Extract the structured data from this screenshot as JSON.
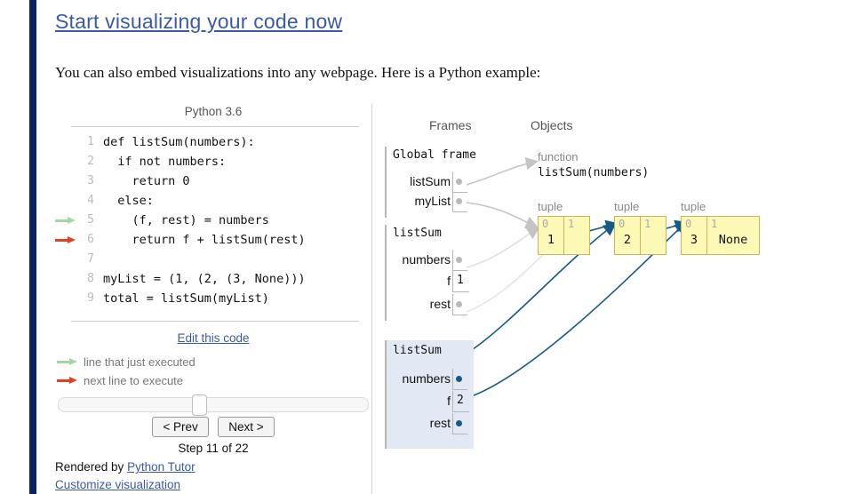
{
  "page": {
    "title": "Start visualizing your code now",
    "intro": "You can also embed visualizations into any webpage. Here is a Python example:",
    "accent_navy": "#0b2265",
    "link_color": "#3b5aa6"
  },
  "code_panel": {
    "language_label": "Python 3.6",
    "lines": [
      {
        "num": "1",
        "text": "def listSum(numbers):",
        "marker": ""
      },
      {
        "num": "2",
        "text": "  if not numbers:",
        "marker": ""
      },
      {
        "num": "3",
        "text": "    return 0",
        "marker": ""
      },
      {
        "num": "4",
        "text": "  else:",
        "marker": ""
      },
      {
        "num": "5",
        "text": "    (f, rest) = numbers",
        "marker": "green-arrow-icon"
      },
      {
        "num": "6",
        "text": "    return f + listSum(rest)",
        "marker": "red-arrow-icon"
      },
      {
        "num": "7",
        "text": "",
        "marker": ""
      },
      {
        "num": "8",
        "text": "myList = (1, (2, (3, None)))",
        "marker": ""
      },
      {
        "num": "9",
        "text": "total = listSum(myList)",
        "marker": ""
      }
    ],
    "edit_link": "Edit this code",
    "legend": [
      {
        "icon": "green-arrow-icon",
        "label": "line that just executed",
        "color": "#a5d6a7"
      },
      {
        "icon": "red-arrow-icon",
        "label": "next line to execute",
        "color": "#e63f22"
      }
    ],
    "controls": {
      "prev_label": "< Prev",
      "next_label": "Next >",
      "step_text": "Step 11 of 22",
      "slider_position_percent": 45
    },
    "footer": {
      "rendered_by_prefix": "Rendered by ",
      "rendered_by_link": "Python Tutor",
      "customize_link": "Customize visualization"
    }
  },
  "viz_panel": {
    "columns": {
      "frames": "Frames",
      "objects": "Objects"
    },
    "frames": [
      {
        "title": "Global frame",
        "active": false,
        "vars": [
          {
            "name": "listSum",
            "kind": "pointer",
            "value": ""
          },
          {
            "name": "myList",
            "kind": "pointer",
            "value": ""
          }
        ]
      },
      {
        "title": "listSum",
        "active": false,
        "vars": [
          {
            "name": "numbers",
            "kind": "pointer",
            "value": ""
          },
          {
            "name": "f",
            "kind": "value",
            "value": "1"
          },
          {
            "name": "rest",
            "kind": "pointer",
            "value": ""
          }
        ]
      },
      {
        "title": "listSum",
        "active": true,
        "vars": [
          {
            "name": "numbers",
            "kind": "pointer",
            "value": ""
          },
          {
            "name": "f",
            "kind": "value",
            "value": "2"
          },
          {
            "name": "rest",
            "kind": "pointer",
            "value": ""
          }
        ]
      }
    ],
    "objects": [
      {
        "type": "function",
        "signature": "listSum(numbers)"
      },
      {
        "type": "tuple",
        "cells": [
          {
            "index": "0",
            "value": "1"
          },
          {
            "index": "1",
            "value": ""
          }
        ]
      },
      {
        "type": "tuple",
        "cells": [
          {
            "index": "0",
            "value": "2"
          },
          {
            "index": "1",
            "value": ""
          }
        ]
      },
      {
        "type": "tuple",
        "cells": [
          {
            "index": "0",
            "value": "3"
          },
          {
            "index": "1",
            "value": "None"
          }
        ]
      }
    ],
    "colors": {
      "tuple_fill": "#fcf9b6",
      "tuple_border": "#c8b560",
      "active_frame_bg": "#e2e8f4",
      "pointer_gray": "#b9b9b9",
      "pointer_blue": "#155a87"
    }
  }
}
